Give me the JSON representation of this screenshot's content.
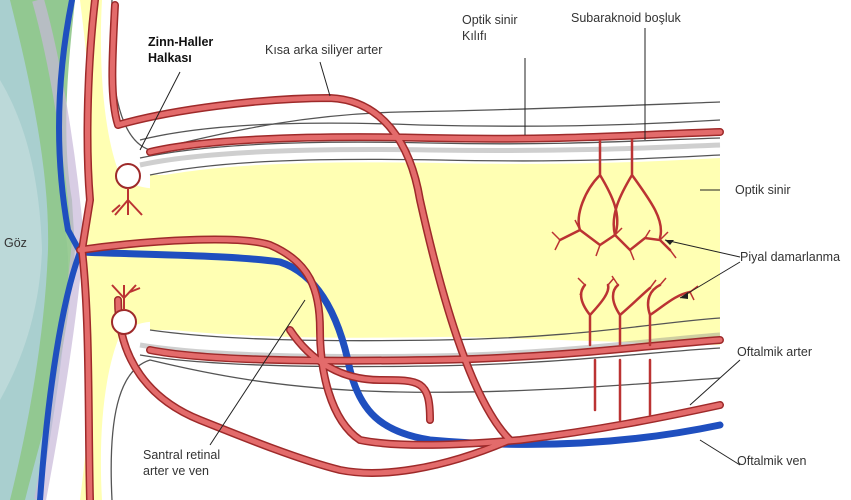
{
  "labels": {
    "zinn": [
      "Zinn-Haller",
      "Halkası"
    ],
    "kisa_arka": "Kısa arka siliyer arter",
    "optik_kilif": [
      "Optik sinir",
      "Kılıfı"
    ],
    "subaraknoid": "Subaraknoid boşluk",
    "optik_sinir": "Optik sinir",
    "goz": "Göz",
    "piyal": "Piyal damarlanma",
    "oftalmik_arter": "Oftalmik arter",
    "oftalmik_ven": "Oftalmik ven",
    "santral": [
      "Santral retinal",
      "arter ve ven"
    ]
  },
  "colors": {
    "artery": "#d9534f",
    "artery_edge": "#9e2a2a",
    "vein": "#1f4fbf",
    "nerve_yellow": "#ffffb3",
    "globe_blue": "#a9cfcf",
    "globe_green": "#8fc68a",
    "sheath_line": "#555555"
  }
}
